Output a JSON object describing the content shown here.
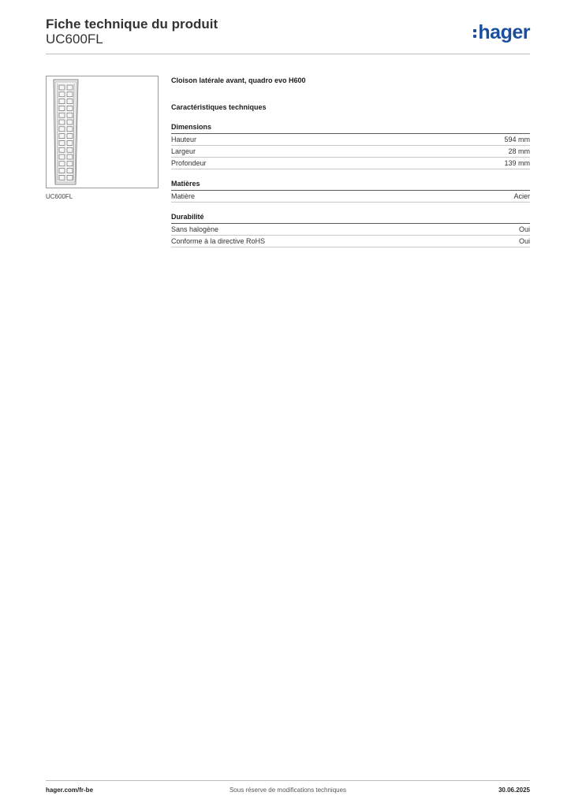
{
  "header": {
    "title": "Fiche technique du produit",
    "subtitle": "UC600FL",
    "logo_text": "hager",
    "brand_color": "#1a4fa0"
  },
  "image": {
    "caption": "UC600FL"
  },
  "product": {
    "name": "Cloison latérale avant, quadro evo H600"
  },
  "specs": {
    "title": "Caractéristiques techniques",
    "groups": [
      {
        "title": "Dimensions",
        "rows": [
          {
            "label": "Hauteur",
            "value": "594 mm"
          },
          {
            "label": "Largeur",
            "value": "28 mm"
          },
          {
            "label": "Profondeur",
            "value": "139 mm"
          }
        ]
      },
      {
        "title": "Matières",
        "rows": [
          {
            "label": "Matière",
            "value": "Acier"
          }
        ]
      },
      {
        "title": "Durabilité",
        "rows": [
          {
            "label": "Sans halogène",
            "value": "Oui"
          },
          {
            "label": "Conforme à la directive RoHS",
            "value": "Oui"
          }
        ]
      }
    ]
  },
  "footer": {
    "url": "hager.com/fr-be",
    "note": "Sous réserve de modifications techniques",
    "date": "30.06.2025"
  }
}
